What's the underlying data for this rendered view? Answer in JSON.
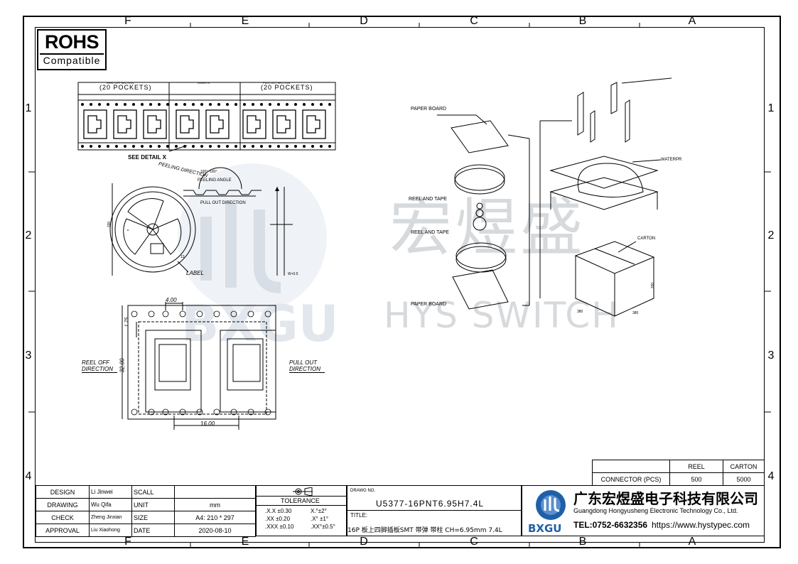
{
  "rohs": {
    "title": "ROHS",
    "subtitle": "Compatible"
  },
  "zones": {
    "columns": [
      "F",
      "E",
      "D",
      "C",
      "B",
      "A"
    ],
    "rows": [
      "1",
      "2",
      "3",
      "4"
    ]
  },
  "drawing_labels": {
    "reel_off_section": "REEL OFF SECTION",
    "pockets_left": "(20 POCKETS)",
    "middle_section": "INSERTS",
    "pull_out_section": "PULL OUT SECTION",
    "pockets_right": "(20 POCKETS)",
    "see_detail": "SEE DETAIL X",
    "peeling_direction": "PEELING DIRECTION",
    "peeling_angle_range": "165°~180°",
    "peeling_angle": "PEELING ANGLE",
    "pull_out_direction": "PULL OUT DIRECTION",
    "reel_dia": "330",
    "hub_dia": "13",
    "label": "LABEL",
    "reel_width": "W+0.5",
    "pitch": "4.00",
    "edge_offset": "1.75",
    "tape_width": "32.00",
    "pocket_pitch": "16.00",
    "reel_off_direction": "REEL OFF DIRECTION",
    "pull_out_direction2": "PULL OUT DIRECTION",
    "paper_board_top": "PAPER BOARD",
    "reel_and_tape_1": "REEL AND TAPE",
    "reel_and_tape_2": "REEL AND TAPE",
    "paper_board_bottom": "PAPER BOARD",
    "waterproof": "WATERPR",
    "carton": "CARTON",
    "carton_d": "380",
    "carton_w": "380",
    "carton_h": "330"
  },
  "watermark": {
    "cn": "宏煜盛",
    "en": "HYS SWITCH"
  },
  "packing": {
    "headers": [
      "",
      "REEL",
      "CARTON"
    ],
    "row_label": "CONNECTOR (PCS)",
    "reel": "500",
    "carton": "5000"
  },
  "title_block": {
    "design_label": "DESIGN",
    "design_name": "Li Jinwei",
    "drawing_label": "DRAWING",
    "drawing_name": "Wu Qifa",
    "check_label": "CHECK",
    "check_name": "Zheng Jinxian",
    "approval_label": "APPROVAL",
    "approval_name": "Liu Xiaohong",
    "scall_label": "SCALL",
    "scall_value": "",
    "unit_label": "UNIT",
    "unit_value": "mm",
    "size_label": "SIZE",
    "size_value": "A4: 210 * 297",
    "date_label": "DATE",
    "date_value": "2020-08-10",
    "tolerance_label": "TOLERANCE",
    "tol": [
      ".X.X  ±0.30",
      ".XX  ±0.20",
      ".XXX  ±0.10"
    ],
    "tol_ang": [
      "X.°±2°",
      ".X° ±1°",
      ".XX°±0.5°"
    ],
    "drawing_no_label": "DRAWG NO.",
    "drawing_no": "U5377-16PNT6.95H7.4L",
    "title_label": "TITLE:",
    "title_value": "16P 板上四脚插板SMT 带弹 带柱 CH=6.95mm 7.4L",
    "logo_text": "BXGU",
    "company_cn": "广东宏煜盛电子科技有限公司",
    "company_en": "Guangdong Hongyusheng Electronic Technology Co., Ltd.",
    "tel": "TEL:0752-6632356",
    "website": "https://www.hystypec.com"
  },
  "colors": {
    "line": "#000000",
    "watermark": "#cfd4d8",
    "logo_blue": "#1f5fa8"
  }
}
